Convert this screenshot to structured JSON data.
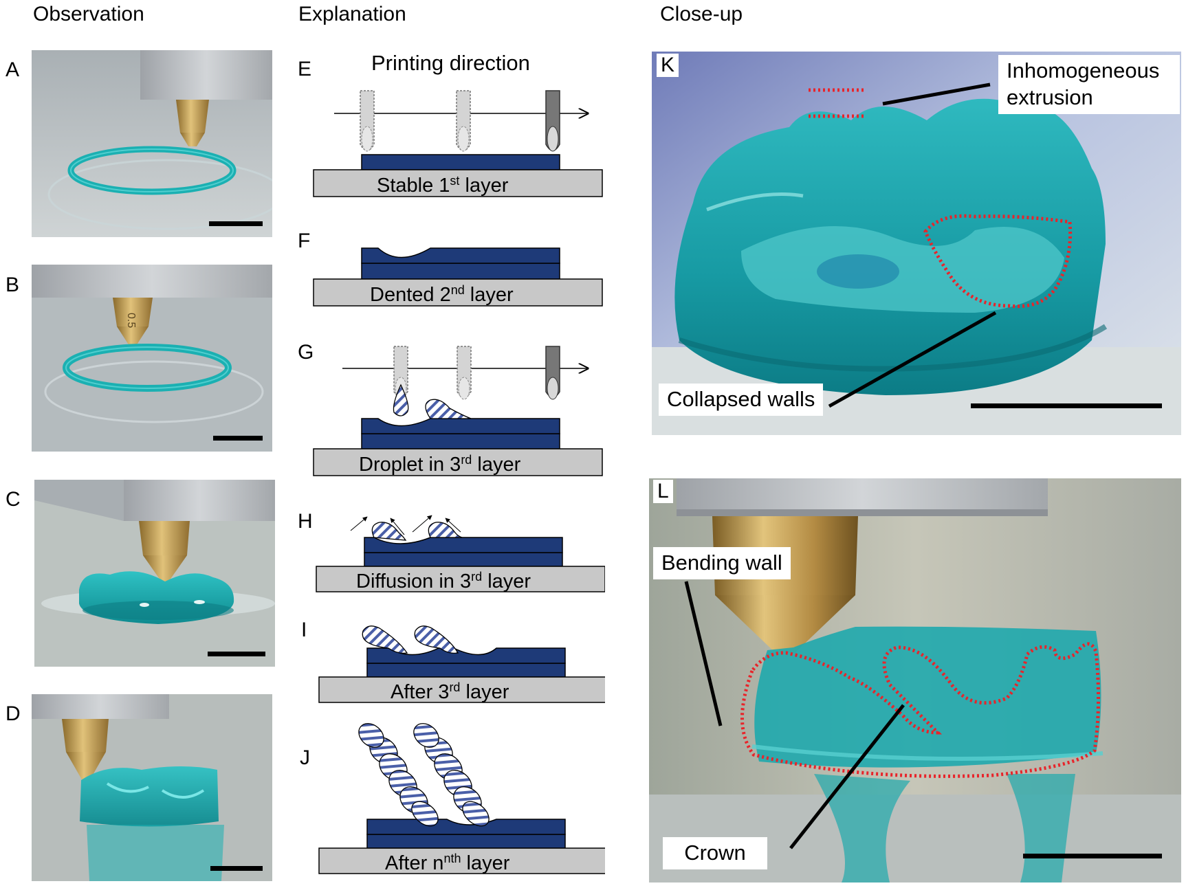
{
  "column_headers": {
    "observation": "Observation",
    "explanation": "Explanation",
    "closeup": "Close-up"
  },
  "panels": {
    "A": "A",
    "B": "B",
    "C": "C",
    "D": "D",
    "E": "E",
    "F": "F",
    "G": "G",
    "H": "H",
    "I": "I",
    "J": "J",
    "K": "K",
    "L": "L"
  },
  "diagrams": {
    "printing_direction": "Printing direction",
    "E_caption": {
      "pre": "Stable 1",
      "sup": "st",
      "post": " layer"
    },
    "F_caption": {
      "pre": "Dented 2",
      "sup": "nd",
      "post": " layer"
    },
    "G_caption": {
      "pre": "Droplet in 3",
      "sup": "rd",
      "post": " layer"
    },
    "H_caption": {
      "pre": "Diffusion in 3",
      "sup": "rd",
      "post": " layer"
    },
    "I_caption": {
      "pre": "After 3",
      "sup": "rd",
      "post": " layer"
    },
    "J_caption": {
      "pre": "After n",
      "sup": "nth",
      "post": " layer"
    }
  },
  "callouts": {
    "inhomogeneous_1": "Inhomogeneous",
    "inhomogeneous_2": "extrusion",
    "collapsed": "Collapsed walls",
    "bending": "Bending wall",
    "crown": "Crown"
  },
  "nozzle_marking": "0.5",
  "colors": {
    "gel": "#1aa6a6",
    "layer_fill": "#1e3a78",
    "substrate": "#c8c8c8",
    "dotted_outline": "#e8242a",
    "metal": "#b8bcc2",
    "brass": "#c9a253"
  }
}
